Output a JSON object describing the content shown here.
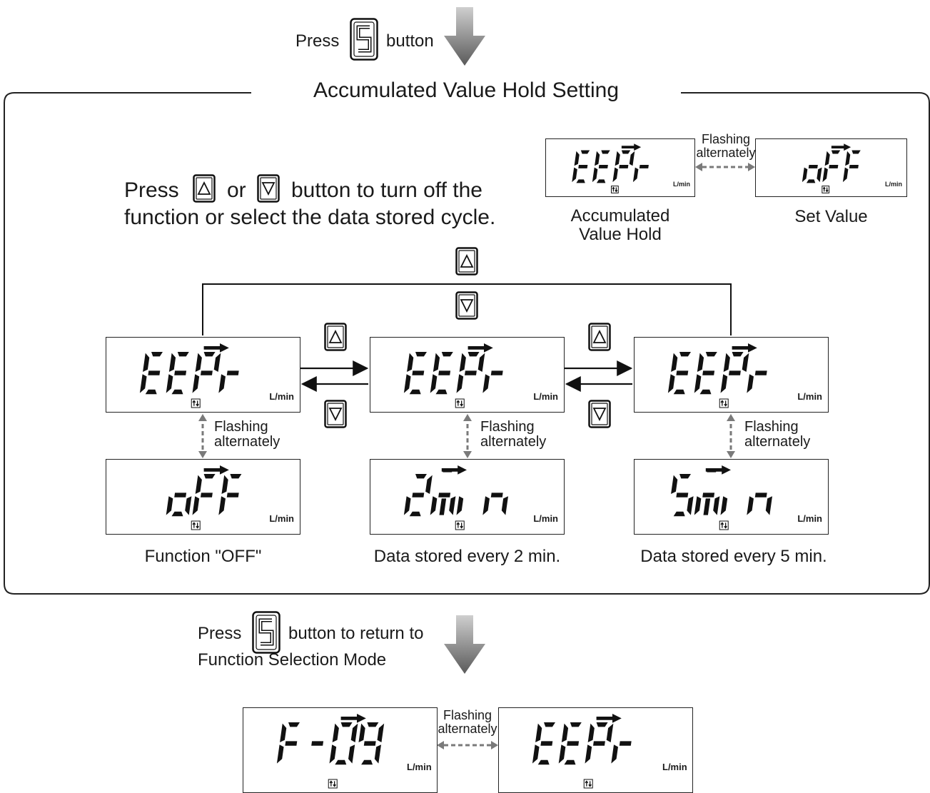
{
  "top_instruction": {
    "press": "Press",
    "button": "button"
  },
  "section_title": "Accumulated Value Hold Setting",
  "instruction": {
    "line1_press": "Press",
    "line1_or": "or",
    "line1_rest": "button to turn off the",
    "line2": "function or select the data stored cycle."
  },
  "legend": {
    "flashing": "Flashing",
    "alternately": "alternately",
    "left_caption_1": "Accumulated",
    "left_caption_2": "Value Hold",
    "right_caption": "Set Value"
  },
  "displays": {
    "unit": "L/min",
    "eepr": "EEPr",
    "off": "oFF",
    "two_min": "2min",
    "five_min": "5min",
    "function_code": "F-09"
  },
  "flash_labels": {
    "line1": "Flashing",
    "line2": "alternately"
  },
  "captions": {
    "off": "Function \"OFF\"",
    "two": "Data stored every 2 min.",
    "five": "Data stored every 5 min."
  },
  "bottom_instruction": {
    "press": "Press",
    "rest": "button to return to",
    "line2": "Function Selection Mode"
  },
  "icons": [
    "set-button-icon",
    "up-button-icon",
    "down-button-icon",
    "down-arrow-icon",
    "flow-direction-icon"
  ]
}
